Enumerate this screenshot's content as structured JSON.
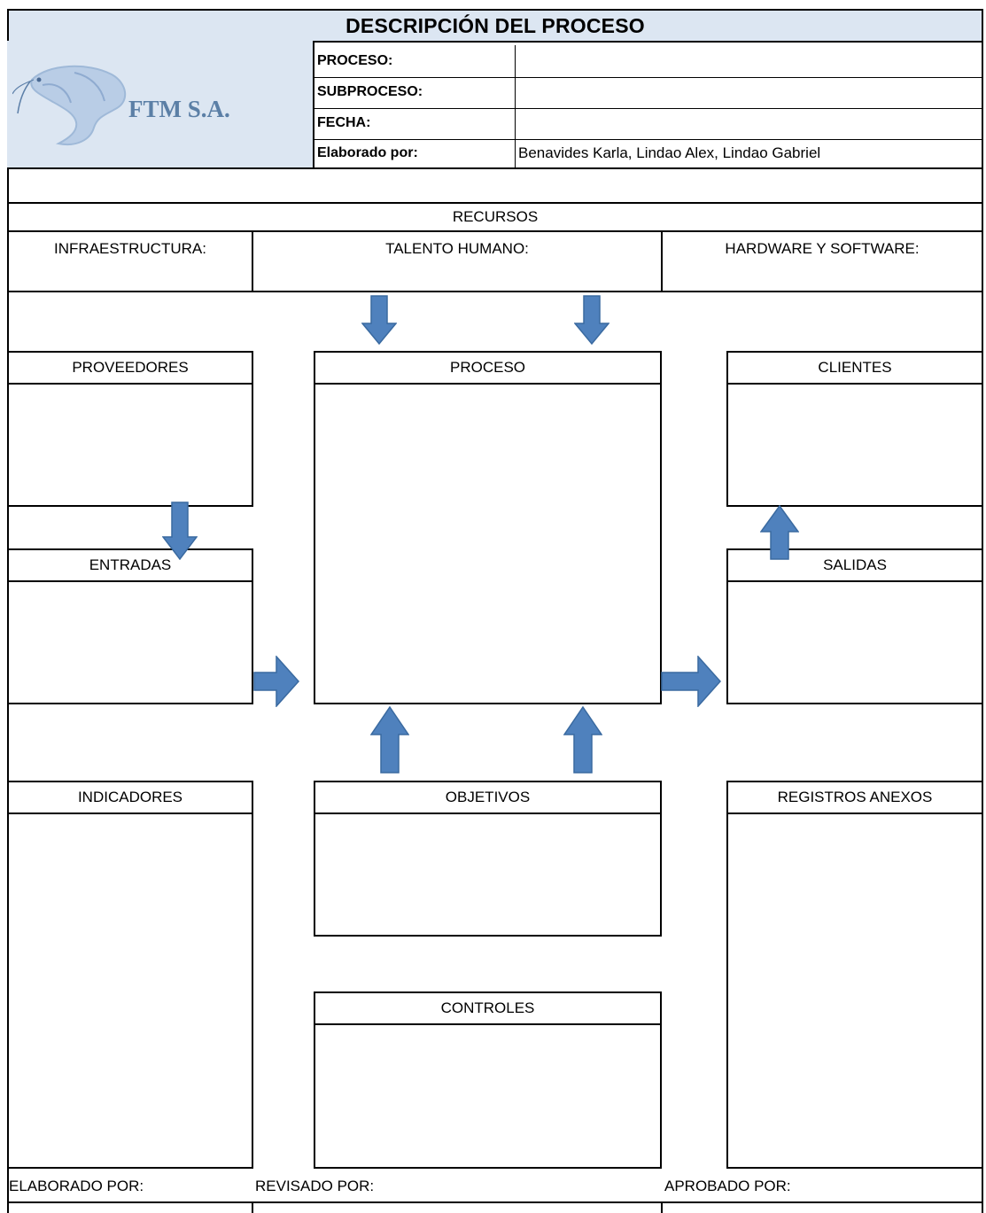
{
  "header": {
    "title": "DESCRIPCIÓN DEL PROCESO",
    "company": "FTM S.A.",
    "fields": [
      {
        "label": "PROCESO:",
        "value": ""
      },
      {
        "label": "SUBPROCESO:",
        "value": ""
      },
      {
        "label": "FECHA:",
        "value": ""
      },
      {
        "label": "Elaborado por:",
        "value": "Benavides Karla, Lindao Alex, Lindao Gabriel"
      }
    ]
  },
  "recursos": {
    "title": "RECURSOS",
    "infraestructura": "INFRAESTRUCTURA:",
    "talento": "TALENTO HUMANO:",
    "hardware": "HARDWARE Y SOFTWARE:"
  },
  "boxes": {
    "proveedores": "PROVEEDORES",
    "proceso": "PROCESO",
    "clientes": "CLIENTES",
    "entradas": "ENTRADAS",
    "salidas": "SALIDAS",
    "indicadores": "INDICADORES",
    "objetivos": "OBJETIVOS",
    "registros": "REGISTROS ANEXOS",
    "controles": "CONTROLES"
  },
  "footer": {
    "elaborado": "ELABORADO POR:",
    "revisado": "REVISADO POR:",
    "aprobado": "APROBADO POR:"
  },
  "colors": {
    "header_bg": "#dce6f2",
    "arrow": "#4f81bd",
    "arrow_border": "#3a6aa0",
    "logo_text": "#5b7fa6"
  },
  "icons": {
    "logo": "shrimp-icon"
  }
}
